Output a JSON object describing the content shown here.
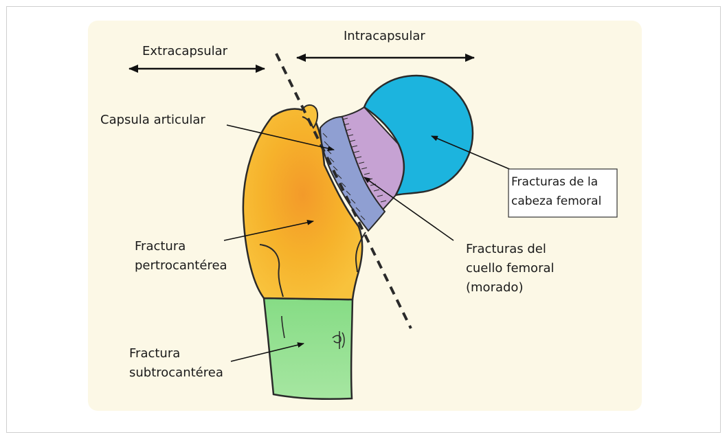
{
  "labels": {
    "extracapsular": "Extracapsular",
    "intracapsular": "Intracapsular",
    "capsula_articular": "Capsula articular",
    "head_fracture_line1": "Fracturas de la",
    "head_fracture_line2": "cabeza femoral",
    "pertro_line1": "Fractura",
    "pertro_line2": "pertrocantérea",
    "neck_line1": "Fracturas del",
    "neck_line2": "cuello femoral",
    "neck_line3": "(morado)",
    "subtro_line1": "Fractura",
    "subtro_line2": "subtrocantérea"
  },
  "colors": {
    "background_paper": "#fcf8e6",
    "femoral_head": "#1cb4de",
    "femoral_neck": "#c6a2d3",
    "capsule": "#8f9fd2",
    "trochanteric_region": "#f7b92a",
    "trochanteric_core": "#f39a2a",
    "subtrochanteric_region": "#8fde8c",
    "outline": "#2a2a2a"
  }
}
